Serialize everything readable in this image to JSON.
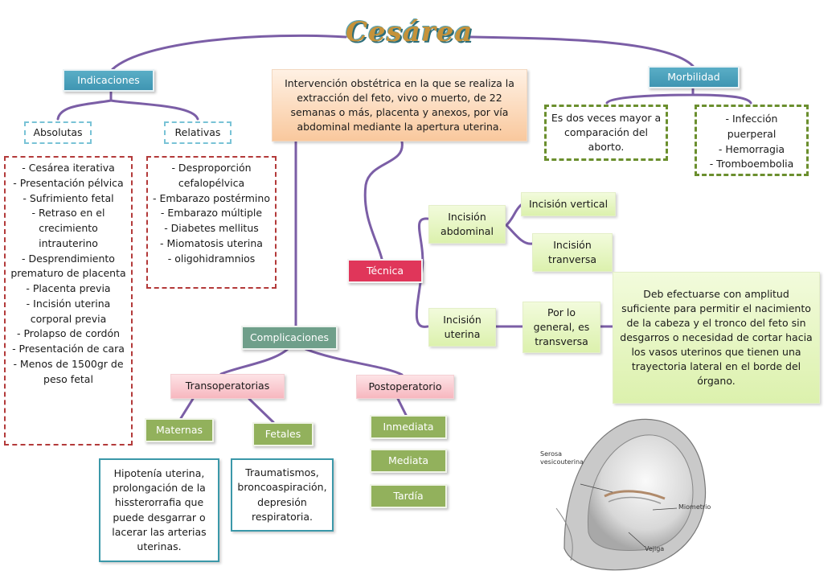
{
  "title": "Cesárea",
  "definition": "Intervención obstétrica en la que se realiza la extracción del feto, vivo o muerto, de 22 semanas o más, placenta y anexos, por vía abdominal mediante la apertura uterina.",
  "indicaciones": {
    "label": "Indicaciones",
    "absolutas": {
      "label": "Absolutas",
      "items": [
        "- Cesárea iterativa",
        "- Presentación pélvica",
        "- Sufrimiento fetal",
        "- Retraso en el crecimiento intrauterino",
        "- Desprendimiento prematuro de placenta",
        "- Placenta previa",
        "- Incisión uterina corporal previa",
        "- Prolapso de cordón",
        "- Presentación de cara",
        "- Menos de 1500gr de peso fetal"
      ]
    },
    "relativas": {
      "label": "Relativas",
      "items": [
        "- Desproporción cefalopélvica",
        "- Embarazo postérmino",
        "- Embarazo múltiple",
        "- Diabetes mellitus",
        "- Miomatosis uterina",
        "- oligohidramnios"
      ]
    }
  },
  "morbilidad": {
    "label": "Morbilidad",
    "left": "Es dos veces mayor a comparación del aborto.",
    "right": [
      "- Infección puerperal",
      "- Hemorragia",
      "- Tromboembolia"
    ]
  },
  "tecnica": {
    "label": "Técnica",
    "abdominal": "Incisión abdominal",
    "vertical": "Incisión vertical",
    "transversa": "Incisión tranversa",
    "uterina": "Incisión uterina",
    "general": "Por lo general, es transversa",
    "note": "Deb efectuarse con amplitud suficiente para permitir el nacimiento de la cabeza y el tronco del feto sin desgarros o necesidad de cortar hacia los vasos uterinos que tienen una trayectoria lateral en el borde del órgano."
  },
  "complicaciones": {
    "label": "Complicaciones",
    "trans": "Transoperatorias",
    "maternas": "Maternas",
    "maternas_text": "Hipotenía uterina, prolongación de la hissterorrafia que puede desgarrar o lacerar las arterias uterinas.",
    "fetales": "Fetales",
    "fetales_text": "Traumatismos, broncoaspiración, depresión respiratoria.",
    "post": "Postoperatorio",
    "inmediata": "Inmediata",
    "mediata": "Mediata",
    "tardia": "Tardía"
  },
  "figure": {
    "serosa": "Serosa vesicouterina",
    "miometrio": "Miometrio",
    "vejiga": "Vejiga"
  }
}
